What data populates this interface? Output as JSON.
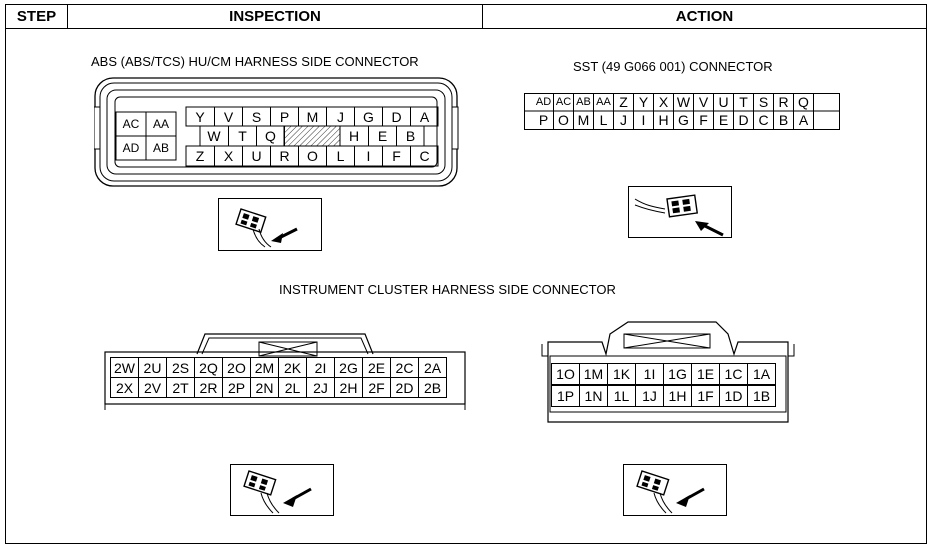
{
  "table": {
    "header": {
      "step": "STEP",
      "inspection": "INSPECTION",
      "action": "ACTION"
    }
  },
  "abs_connector": {
    "title": "ABS (ABS/TCS) HU/CM HARNESS SIDE CONNECTOR",
    "left_block": [
      "AC",
      "AA",
      "AD",
      "AB"
    ],
    "row1": [
      "Y",
      "V",
      "S",
      "P",
      "M",
      "J",
      "G",
      "D",
      "A"
    ],
    "row2": [
      "W",
      "T",
      "Q",
      "",
      "H",
      "E",
      "B"
    ],
    "row3": [
      "Z",
      "X",
      "U",
      "R",
      "O",
      "L",
      "I",
      "F",
      "C"
    ],
    "connector_icon": "harness-connector-probe-icon"
  },
  "sst_connector": {
    "title": "SST (49 G066 001) CONNECTOR",
    "top_row": [
      "AD",
      "AC",
      "AB",
      "AA",
      "Z",
      "Y",
      "X",
      "W",
      "V",
      "U",
      "T",
      "S",
      "R",
      "Q"
    ],
    "bottom_row": [
      "P",
      "O",
      "M",
      "L",
      "J",
      "I",
      "H",
      "G",
      "F",
      "E",
      "D",
      "C",
      "B",
      "A"
    ],
    "connector_icon": "harness-connector-probe-icon"
  },
  "cluster_section": {
    "title": "INSTRUMENT CLUSTER HARNESS SIDE CONNECTOR"
  },
  "cluster_connector_2": {
    "top_row": [
      "2W",
      "2U",
      "2S",
      "2Q",
      "2O",
      "2M",
      "2K",
      "2I",
      "2G",
      "2E",
      "2C",
      "2A"
    ],
    "bottom_row": [
      "2X",
      "2V",
      "2T",
      "2R",
      "2P",
      "2N",
      "2L",
      "2J",
      "2H",
      "2F",
      "2D",
      "2B"
    ],
    "connector_icon": "harness-connector-probe-icon"
  },
  "cluster_connector_1": {
    "top_row": [
      "1O",
      "1M",
      "1K",
      "1I",
      "1G",
      "1E",
      "1C",
      "1A"
    ],
    "bottom_row": [
      "1P",
      "1N",
      "1L",
      "1J",
      "1H",
      "1F",
      "1D",
      "1B"
    ],
    "connector_icon": "harness-connector-probe-icon"
  }
}
